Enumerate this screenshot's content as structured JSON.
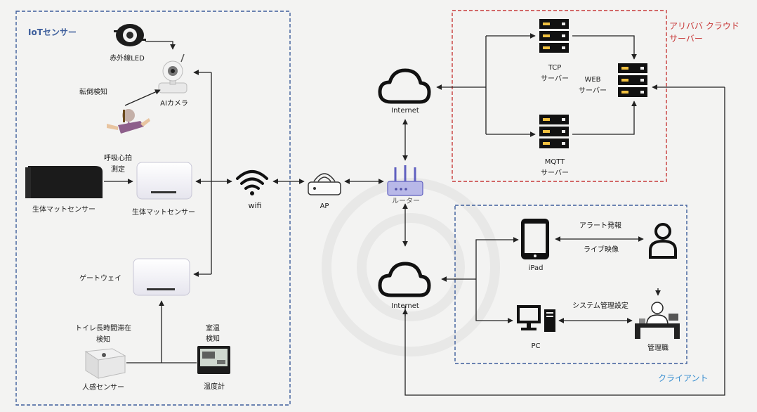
{
  "groups": {
    "iot_title": "IoTセンサー",
    "cloud_title_1": "アリババ クラウド",
    "cloud_title_2": "サーバー",
    "client_title": "クライアント"
  },
  "iot": {
    "ir_led": "赤外線LED",
    "ai_camera": "AIカメラ",
    "fall_detect": "転倒検知",
    "breath_line1": "呼吸心拍",
    "breath_line2": "測定",
    "mat_left": "生体マットセンサー",
    "mat_right": "生体マットセンサー",
    "gateway": "ゲートウェイ",
    "toilet_line1": "トイレ長時間滞在",
    "toilet_line2": "検知",
    "temp_line1": "室温",
    "temp_line2": "検知",
    "motion_sensor": "人感センサー",
    "thermometer": "温度計"
  },
  "network": {
    "wifi": "wifi",
    "ap": "AP",
    "router": "ルーター",
    "internet_top": "Internet",
    "internet_bottom": "Internet"
  },
  "cloud": {
    "tcp_line1": "TCP",
    "tcp_line2": "サーバー",
    "web_line1": "WEB",
    "web_line2": "サーバー",
    "mqtt_line1": "MQTT",
    "mqtt_line2": "サーバー"
  },
  "client": {
    "alert": "アラート発報",
    "live": "ライブ映像",
    "ipad": "iPad",
    "system": "システム管理設定",
    "pc": "PC",
    "manager": "管理職"
  },
  "colors": {
    "iot_border": "#3c5d9b",
    "iot_title": "#3c5d9b",
    "cloud_border": "#c83a3a",
    "cloud_title": "#c83a3a",
    "client_border": "#3c5d9b",
    "client_title": "#3a8fd0",
    "arrow": "#222222"
  }
}
